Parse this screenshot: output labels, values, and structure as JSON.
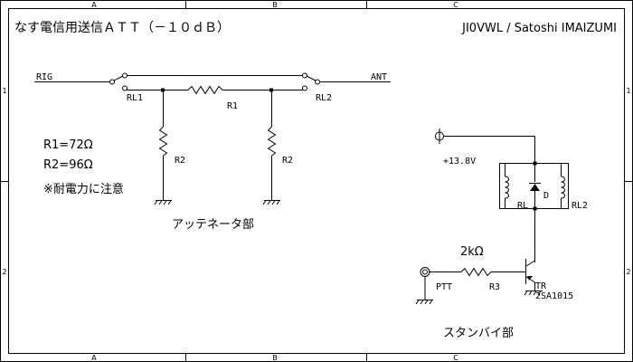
{
  "frame": {
    "top_markers": [
      "A",
      "B",
      "C"
    ],
    "bottom_markers": [
      "A",
      "B",
      "C"
    ],
    "left_markers": [
      "1",
      "2"
    ],
    "right_markers": [
      "1",
      "2"
    ]
  },
  "title": "なす電信用送信ＡＴＴ（－１０ｄＢ）",
  "author": "JI0VWL / Satoshi IMAIZUMI",
  "attenuator": {
    "rig_label": "RIG",
    "ant_label": "ANT",
    "rl1_label": "RL1",
    "rl2_label": "RL2",
    "r1_label": "R1",
    "r2a_label": "R2",
    "r2b_label": "R2",
    "value_r1": "R1=72Ω",
    "value_r2": "R2=96Ω",
    "note": "※耐電力に注意",
    "section_label": "アッテネータ部"
  },
  "standby": {
    "supply_label": "+13.8V",
    "rl_label": "RL",
    "d_label": "D",
    "rl2_label": "RL2",
    "r3_value": "2kΩ",
    "r3_label": "R3",
    "ptt_label": "PTT",
    "tr_label": "TR",
    "tr_part": "2SA1015",
    "section_label": "スタンバイ部"
  }
}
